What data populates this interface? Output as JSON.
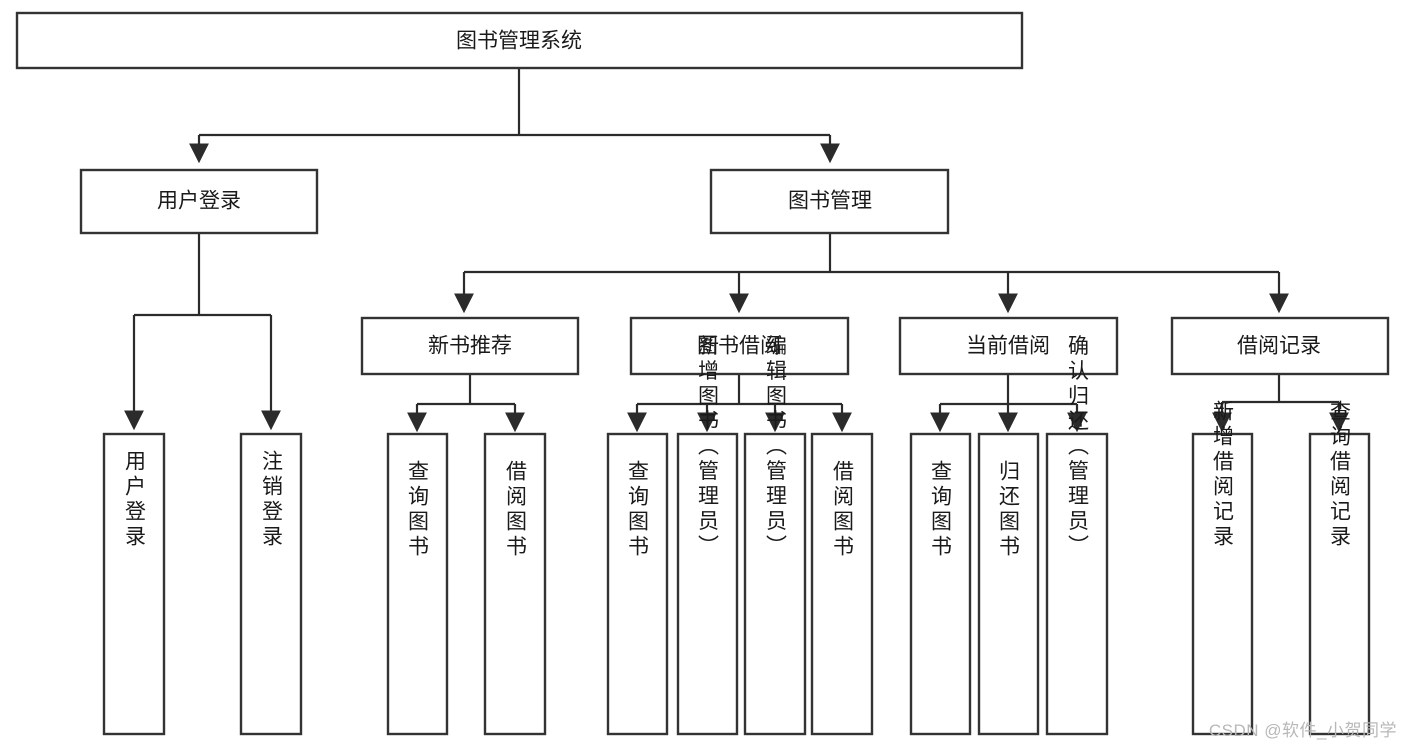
{
  "diagram": {
    "title": "图书管理系统",
    "type": "tree-hierarchy-flowchart",
    "watermark": "CSDN @软件_小贺同学",
    "colors": {
      "box_stroke": "#333333",
      "box_fill": "#ffffff",
      "edge": "#2b2b2b",
      "text": "#1a1a1a",
      "watermark": "#b8b8b8",
      "background": "#ffffff"
    },
    "nodes": {
      "root": {
        "label": "图书管理系统"
      },
      "level2": [
        {
          "id": "user-login",
          "label": "用户登录"
        },
        {
          "id": "book-manage",
          "label": "图书管理"
        }
      ],
      "level3": [
        {
          "id": "new-book-recommend",
          "label": "新书推荐"
        },
        {
          "id": "book-borrow",
          "label": "图书借阅"
        },
        {
          "id": "current-borrow",
          "label": "当前借阅"
        },
        {
          "id": "borrow-record",
          "label": "借阅记录"
        }
      ],
      "leaves": {
        "user-login": [
          {
            "id": "leaf-user-login",
            "label": "用户登录"
          },
          {
            "id": "leaf-user-logout",
            "label": "注销登录"
          }
        ],
        "new-book-recommend": [
          {
            "id": "leaf-query-book-1",
            "label": "查询图书"
          },
          {
            "id": "leaf-borrow-book-1",
            "label": "借阅图书"
          }
        ],
        "book-borrow": [
          {
            "id": "leaf-query-book-2",
            "label": "查询图书"
          },
          {
            "id": "leaf-add-book",
            "label": "新增图书（管理员）"
          },
          {
            "id": "leaf-edit-book",
            "label": "编辑图书（管理员）"
          },
          {
            "id": "leaf-borrow-book-2",
            "label": "借阅图书"
          }
        ],
        "current-borrow": [
          {
            "id": "leaf-query-book-3",
            "label": "查询图书"
          },
          {
            "id": "leaf-return-book",
            "label": "归还图书"
          },
          {
            "id": "leaf-confirm-return",
            "label": "确认归还（管理员）"
          }
        ],
        "borrow-record": [
          {
            "id": "leaf-add-record",
            "label": "新增借阅记录"
          },
          {
            "id": "leaf-query-record",
            "label": "查询借阅记录"
          }
        ]
      }
    }
  }
}
